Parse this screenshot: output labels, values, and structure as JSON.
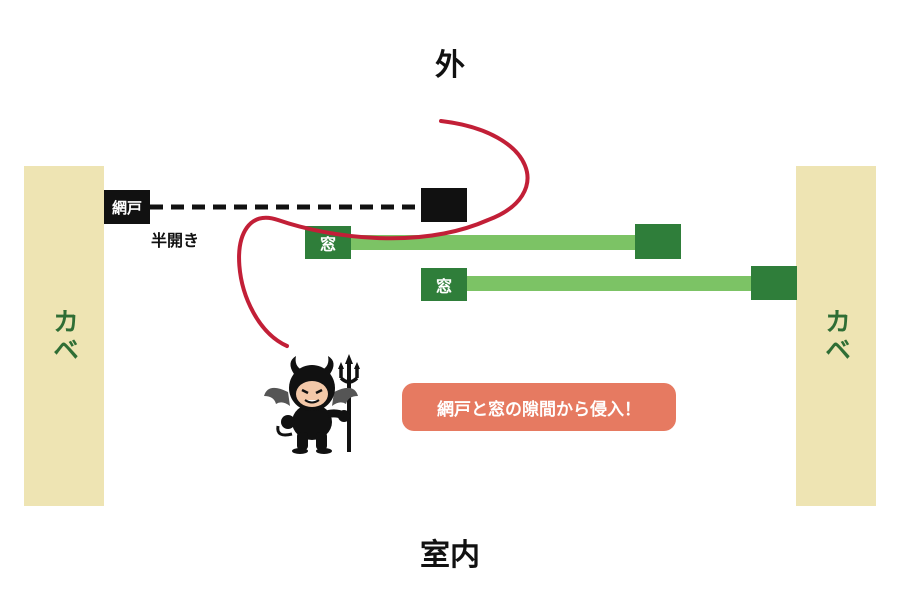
{
  "outside_label": "外",
  "inside_label": "室内",
  "walls": {
    "left_label": "カベ",
    "right_label": "カベ"
  },
  "screen_door": {
    "label": "網戸",
    "state_label": "半開き"
  },
  "windows": [
    {
      "label": "窓"
    },
    {
      "label": "窓"
    }
  ],
  "callout": {
    "text": "網戸と窓の隙間から侵入！"
  },
  "colors": {
    "wall": "#eee4b3",
    "wall_text": "#2f6e35",
    "window_bar": "#7cc365",
    "window_frame": "#2f7e3a",
    "path": "#c21f37",
    "callout": "#e67a61",
    "screen": "#111111"
  },
  "icons": {
    "intruder": "devil-with-trident-icon"
  }
}
